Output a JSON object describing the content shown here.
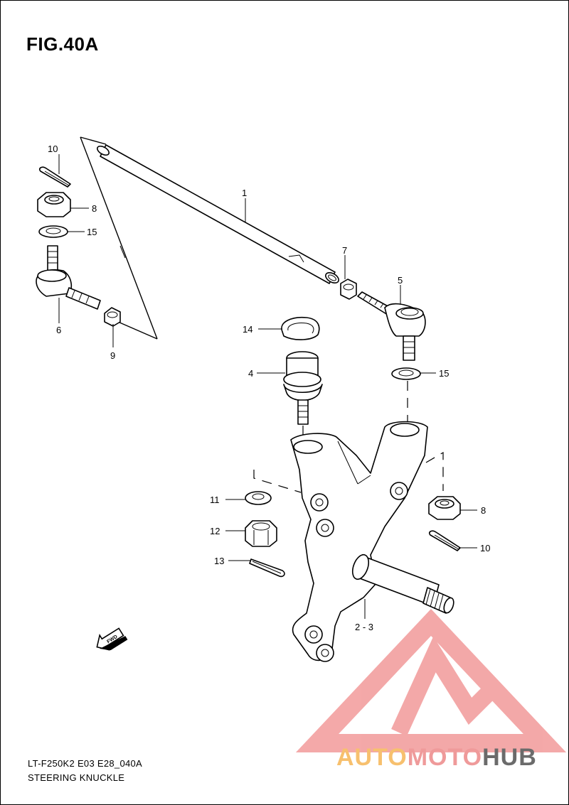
{
  "figure": {
    "title": "FIG.40A",
    "model_code": "LT-F250K2 E03 E28_040A",
    "name": "STEERING KNUCKLE"
  },
  "callouts": {
    "c1": "1",
    "c23": "2 - 3",
    "c4": "4",
    "c5": "5",
    "c6": "6",
    "c7": "7",
    "c8_left": "8",
    "c8_right": "8",
    "c9": "9",
    "c10_left": "10",
    "c10_right": "10",
    "c11": "11",
    "c12": "12",
    "c13": "13",
    "c14": "14",
    "c15_left": "15",
    "c15_right": "15"
  },
  "fwd_label": "FWD",
  "watermark": {
    "part1": "AUTO",
    "part2": "MOTO",
    "part3": "HUB",
    "colors": {
      "auto": "#f7c06e",
      "moto": "#ef9a9a",
      "hub": "#6b6b6b",
      "logo": "#f29a9a"
    }
  }
}
